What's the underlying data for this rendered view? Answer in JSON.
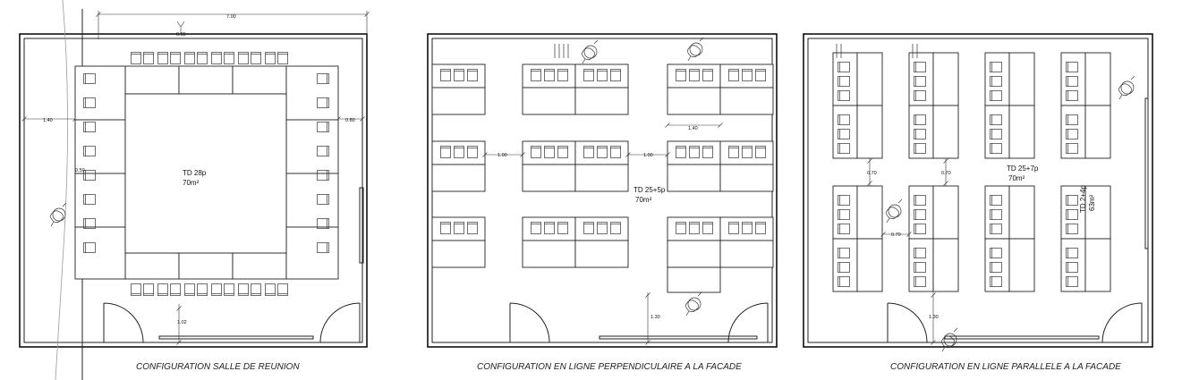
{
  "plans": [
    {
      "caption": "CONFIGURATION SALLE DE REUNION",
      "room_label": "TD 28p",
      "area_label": "70m²",
      "dims": {
        "top": "7.00",
        "top_small": "0.65",
        "left": "1.40",
        "right": "0.80",
        "side_small": "0.50",
        "bottom": "1.02"
      }
    },
    {
      "caption": "CONFIGURATION EN LIGNE PERPENDICULAIRE A LA FACADE",
      "room_label": "TD 25+5p",
      "area_label": "70m²",
      "dims": {
        "gap_a": "1.00",
        "gap_b": "1.00",
        "aisle": "1.40",
        "bottom": "1.30"
      }
    },
    {
      "caption": "CONFIGURATION EN LIGNE PARALLELE A LA FACADE",
      "room_label": "TD 25+7p",
      "area_label": "70m²",
      "alt_label": "TD 2+4p",
      "alt_area": "63m²",
      "dims": {
        "gap_a": "0.70",
        "gap_b": "0.70",
        "gap_c": "0.70",
        "bottom": "1.30"
      }
    }
  ]
}
